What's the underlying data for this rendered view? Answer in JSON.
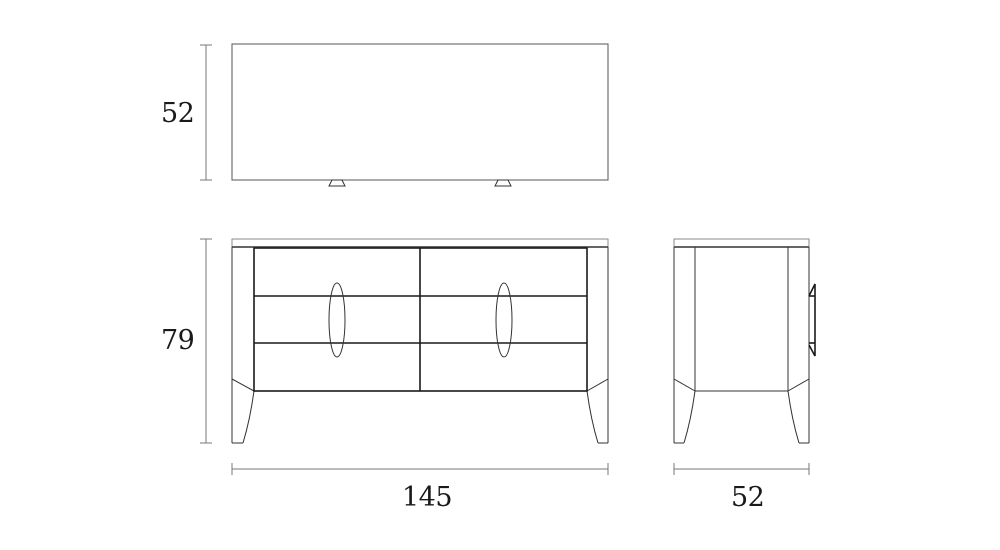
{
  "drawing": {
    "type": "furniture-technical-drawing",
    "subject": "dresser with six drawers",
    "units": "cm",
    "colors": {
      "line": "#1a1a1a",
      "thin_line": "#8a8a8a",
      "background": "#ffffff"
    }
  },
  "views": {
    "top": {
      "label": "top-view",
      "depth_label": "52"
    },
    "front": {
      "label": "front-view",
      "height_label": "79",
      "width_label": "145",
      "drawer_rows": 3,
      "drawer_columns": 2,
      "handles": 2
    },
    "side": {
      "label": "side-view",
      "depth_label": "52"
    }
  },
  "dimensions": {
    "top_depth": "52",
    "front_height": "79",
    "front_width": "145",
    "side_depth": "52"
  }
}
